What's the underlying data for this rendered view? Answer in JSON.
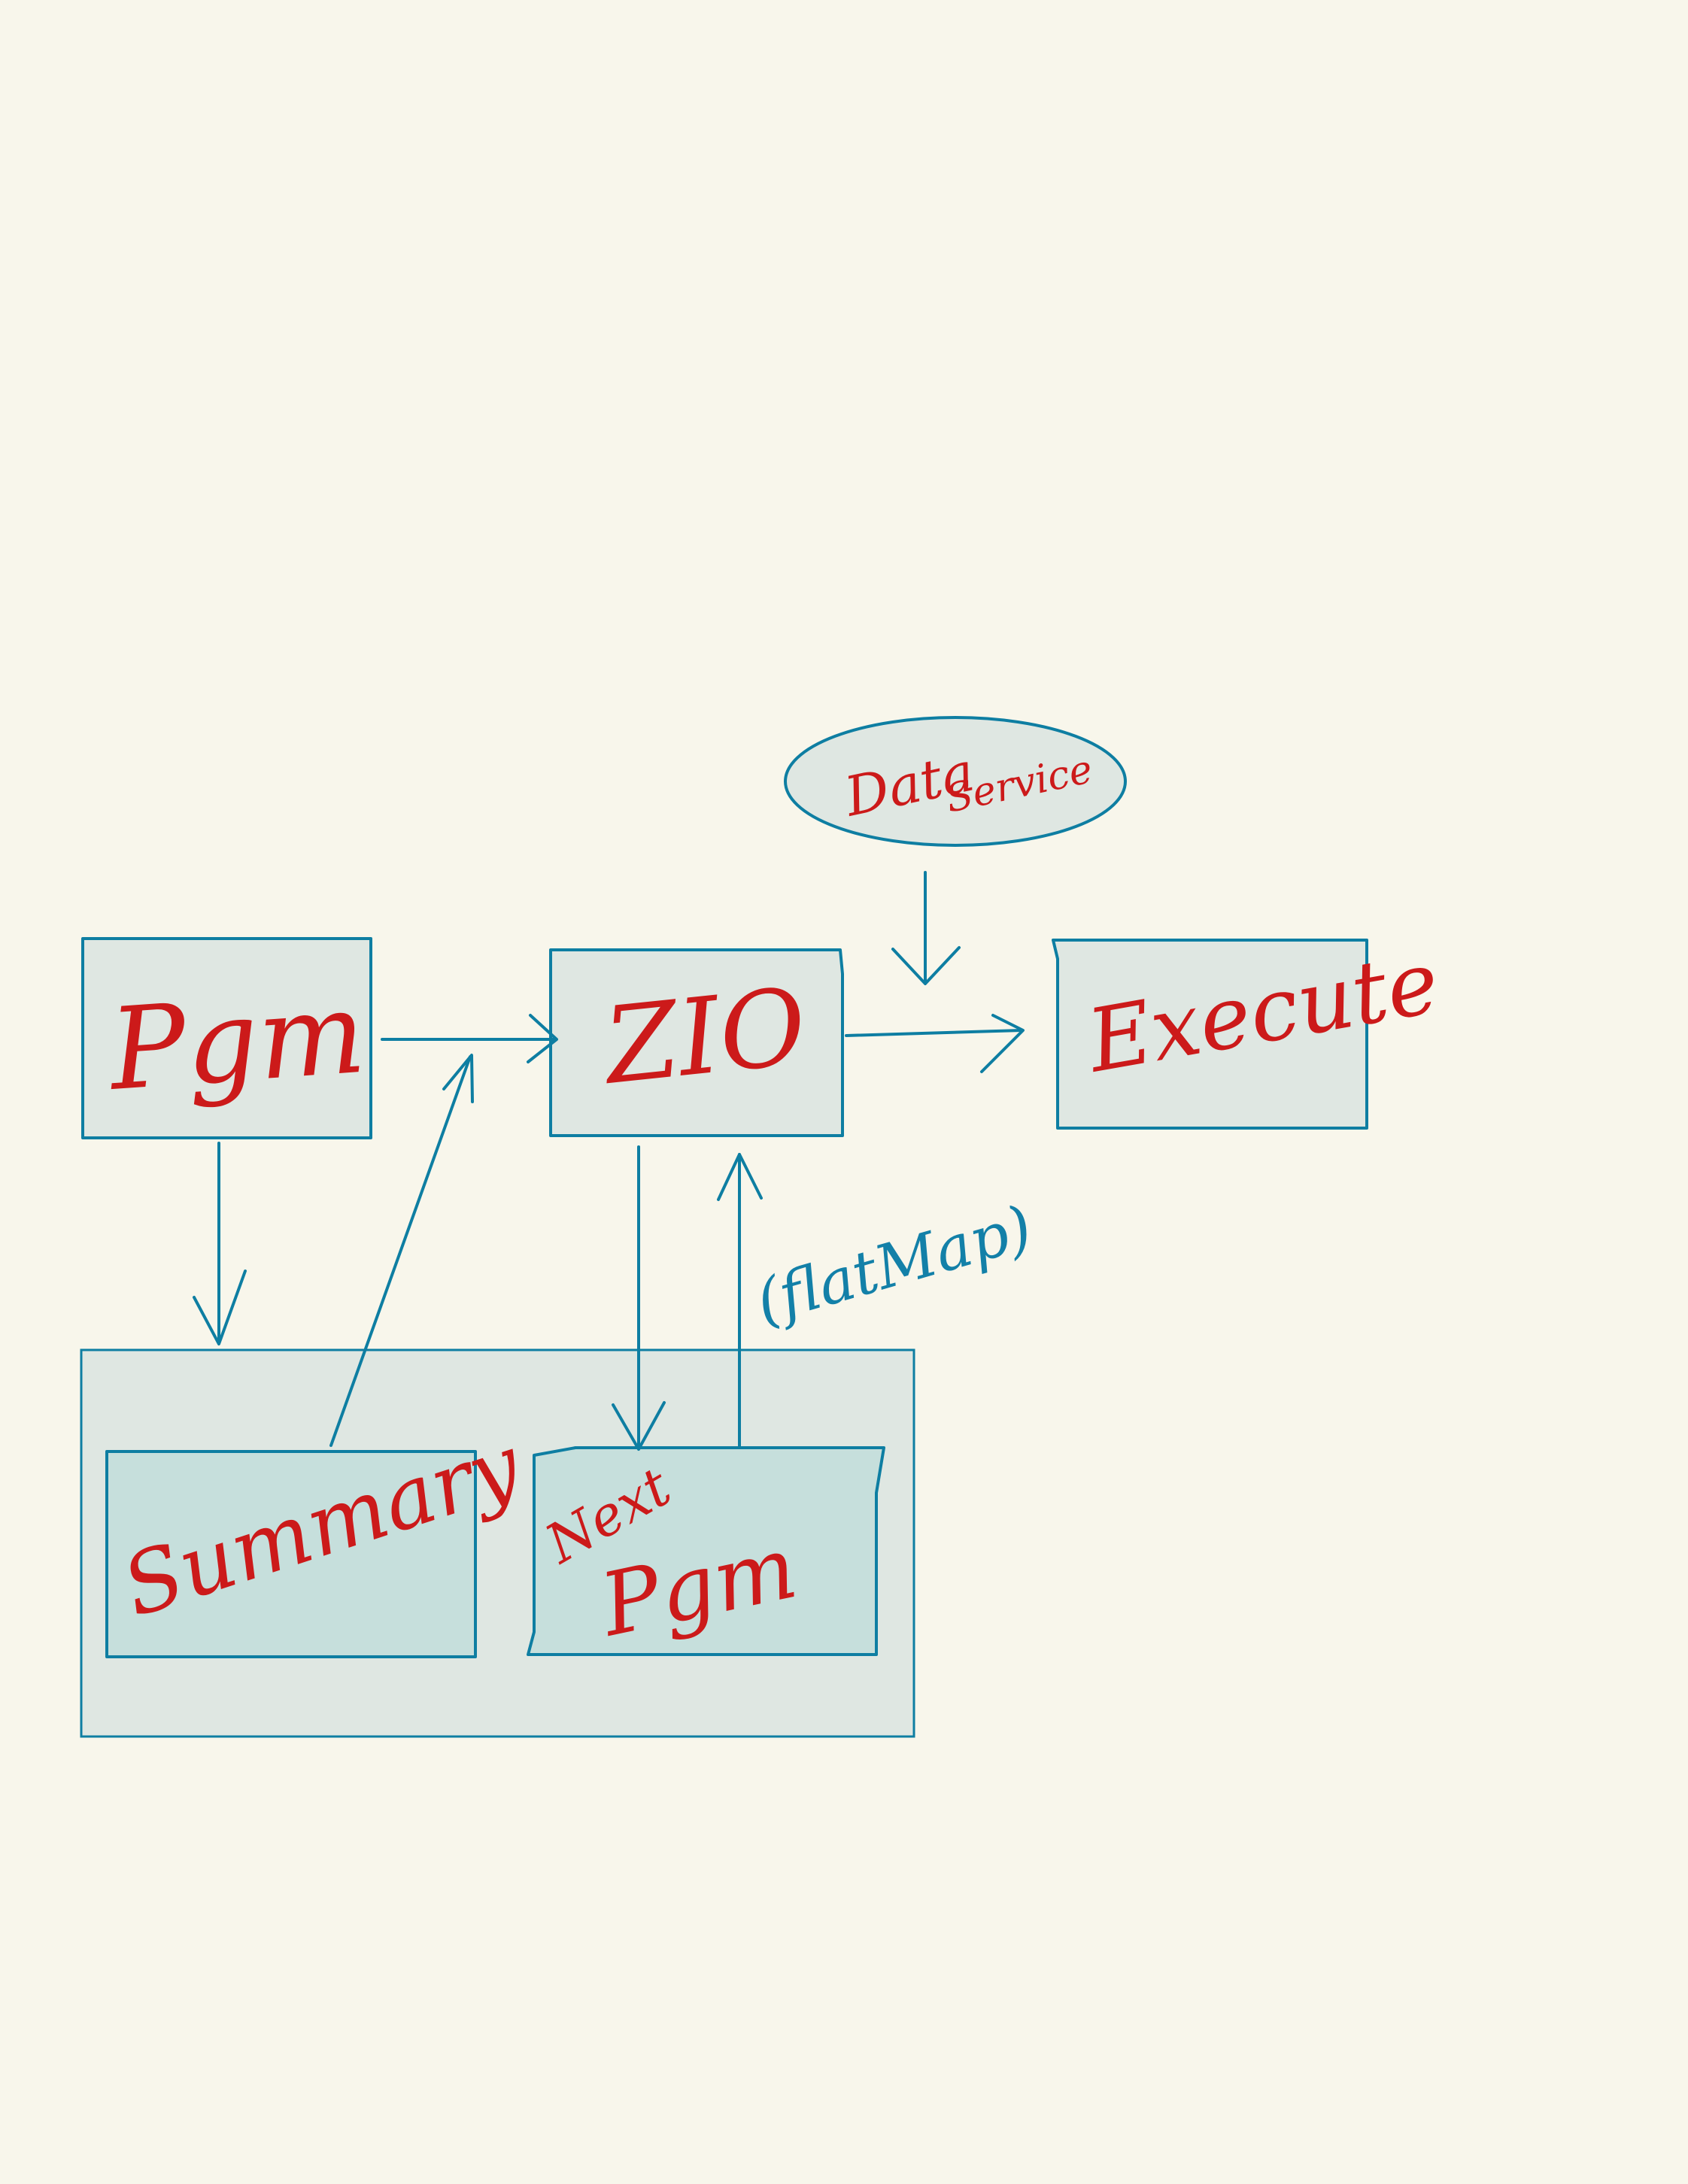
{
  "nodes": {
    "pgm": "Pgm",
    "zio": "ZIO",
    "execute": "Execute",
    "data_service_line1": "Data",
    "data_service_line2": "Service",
    "summary": "Summary",
    "next_pgm_line1": "Next",
    "next_pgm_line2": "Pgm"
  },
  "edge_labels": {
    "flatmap": "(flatMap)"
  },
  "colors": {
    "background": "#f8f6eb",
    "box_fill": "#dfe7e2",
    "inner_box_fill": "#c6dfdc",
    "stroke": "#0e7ea2",
    "handwriting_red": "#cc1a1a",
    "handwriting_blue": "#1380a8"
  }
}
